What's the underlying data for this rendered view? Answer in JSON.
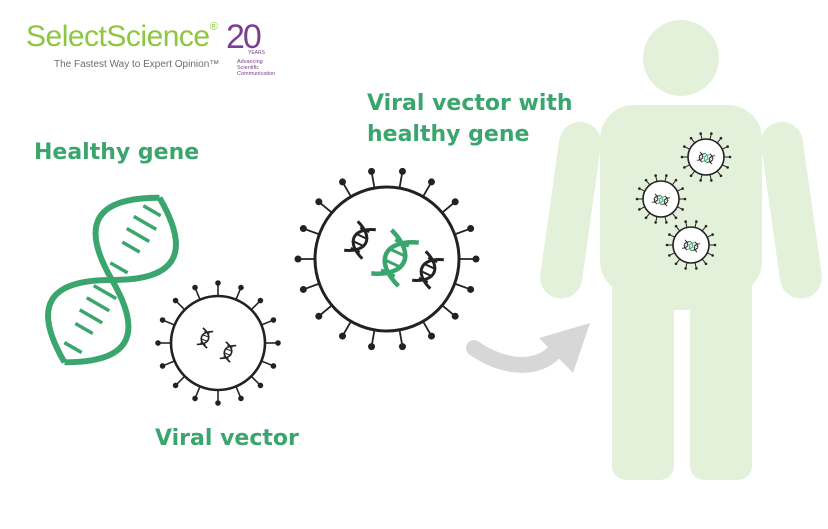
{
  "logo": {
    "brand_part1": "Select",
    "brand_part2": "Science",
    "registered": "®",
    "tagline": "The Fastest Way to Expert Opinion™",
    "anniversary_number": "20",
    "anniversary_unit": "YEARS",
    "anniversary_line1": "Advancing",
    "anniversary_line2": "Scientific",
    "anniversary_line3": "Communication"
  },
  "labels": {
    "healthy_gene": "Healthy gene",
    "viral_vector": "Viral vector",
    "viral_vector_with_gene_line1": "Viral vector with",
    "viral_vector_with_gene_line2": "healthy gene"
  },
  "colors": {
    "accent_green": "#3aa66e",
    "human_silhouette": "#e3f1da",
    "virus_outline": "#222222",
    "arrow_gray": "#d7d7d7",
    "logo_green": "#8dc63f",
    "logo_purple": "#7b3f8f"
  }
}
